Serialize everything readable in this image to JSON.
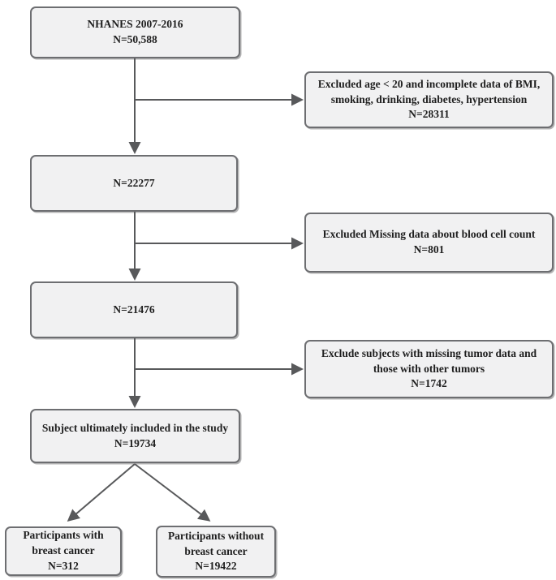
{
  "colors": {
    "box-fill": "#f1f1f2",
    "box-border": "#6d6e71",
    "line": "#58595b",
    "text": "#1f1f1f",
    "background": "#ffffff"
  },
  "flowchart": {
    "boxes": {
      "nhanes": {
        "text": "NHANES 2007-2016\nN=50,588"
      },
      "excluded_1": {
        "text": "Excluded age < 20 and incomplete data of BMI,\nsmoking, drinking, diabetes, hypertension\nN=28311"
      },
      "n22277": {
        "text": "N=22277"
      },
      "excluded_2": {
        "text": "Excluded Missing data about blood cell count\nN=801"
      },
      "n21476": {
        "text": "N=21476"
      },
      "excluded_3": {
        "text": "Exclude subjects with missing tumor data and\nthose with other tumors\nN=1742"
      },
      "included": {
        "text": "Subject ultimately included in the study\nN=19734"
      },
      "with_breast_cancer": {
        "text": "Participants with\nbreast cancer\nN=312"
      },
      "without_breast_cancer": {
        "text": "Participants without\nbreast cancer\nN=19422"
      }
    }
  }
}
